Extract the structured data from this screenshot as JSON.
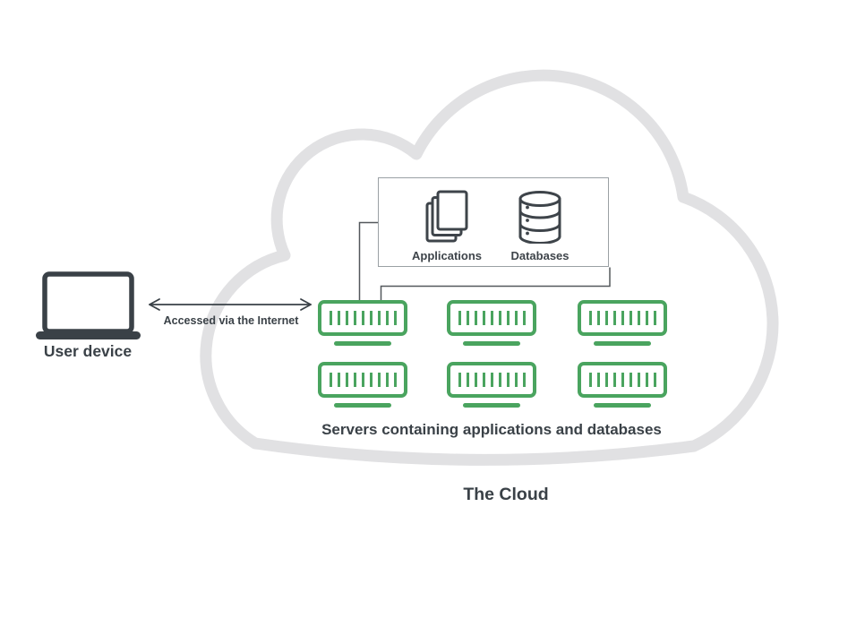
{
  "user_device": {
    "label": "User device"
  },
  "internet_arrow": {
    "label": "Accessed via the Internet"
  },
  "legend": {
    "applications_label": "Applications",
    "databases_label": "Databases"
  },
  "servers": {
    "caption": "Servers containing applications and databases",
    "count": 6,
    "rows": 2,
    "columns": 3,
    "ticks_per_server": 9
  },
  "cloud": {
    "label": "The Cloud"
  },
  "colors": {
    "green": "#4aa45f",
    "dark_text": "#3a4147",
    "icon_dark": "#3e444a",
    "cloud_outline": "#e1e1e3",
    "box_border": "#9aa0a4",
    "connector": "#53585c"
  }
}
